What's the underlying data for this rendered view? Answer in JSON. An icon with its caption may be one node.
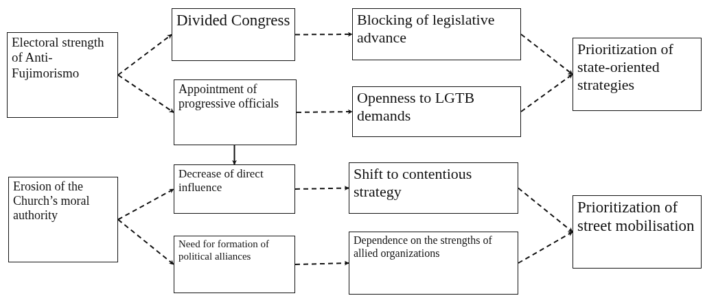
{
  "diagram": {
    "nodes": [
      {
        "text": [
          "Electoral strength of Anti-Fujimorismo"
        ]
      },
      {
        "text": [
          "Divided Congress"
        ]
      },
      {
        "text": [
          "Appointment of progressive officials"
        ]
      },
      {
        "text": [
          "Blocking of legislative advance"
        ]
      },
      {
        "text": [
          "Openness to LGTB demands"
        ]
      },
      {
        "text": [
          "Prioritization of state-oriented strategies"
        ]
      },
      {
        "text": [
          "Erosion of the Church’s moral authority"
        ]
      },
      {
        "text": [
          "Decrease of direct influence"
        ]
      },
      {
        "text": [
          "Need for formation of political alliances"
        ]
      },
      {
        "text": [
          "Shift to contentious strategy"
        ]
      },
      {
        "text": [
          "Dependence on the strengths of allied organizations"
        ]
      },
      {
        "text": [
          "Prioritization of street mobilisation"
        ]
      }
    ],
    "edges": [
      {
        "from": 0,
        "to": 1,
        "arrow": "to",
        "style": "dashed"
      },
      {
        "from": 0,
        "to": 2,
        "arrow": "to",
        "style": "dashed"
      },
      {
        "from": 1,
        "to": 3,
        "arrow": "to",
        "style": "dashed"
      },
      {
        "from": 2,
        "to": 4,
        "arrow": "to",
        "style": "dashed"
      },
      {
        "from": 3,
        "to": 5,
        "arrow": "to",
        "style": "dashed"
      },
      {
        "from": 4,
        "to": 5,
        "arrow": "to",
        "style": "dashed"
      },
      {
        "from": 2,
        "to": 7,
        "arrow": "to"
      },
      {
        "from": 6,
        "to": 7,
        "arrow": "to",
        "style": "dashed"
      },
      {
        "from": 6,
        "to": 8,
        "arrow": "to",
        "style": "dashed"
      },
      {
        "from": 7,
        "to": 9,
        "arrow": "to",
        "style": "dashed"
      },
      {
        "from": 8,
        "to": 10,
        "arrow": "to",
        "style": "dashed"
      },
      {
        "from": 9,
        "to": 11,
        "arrow": "to",
        "style": "dashed"
      },
      {
        "from": 10,
        "to": 11,
        "arrow": "to",
        "style": "dashed"
      }
    ]
  }
}
